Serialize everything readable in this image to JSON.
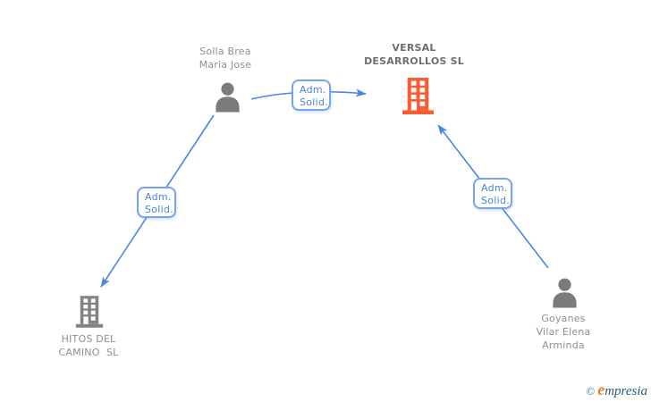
{
  "diagram": {
    "type": "corporate-relationship-graph",
    "colors": {
      "edge_blue": "#4a86e8",
      "edge_label_text": "#4a86d2",
      "edge_label_border": "#78a4ea",
      "node_gray": "#7b7b7b",
      "label_gray": "#8f8f8f",
      "highlight_orange": "#f95d31"
    },
    "nodes": [
      {
        "id": "solla",
        "type": "person",
        "label": "Solla Brea\nMaria Jose"
      },
      {
        "id": "versal",
        "type": "company",
        "label": "VERSAL\nDESARROLLOS SL",
        "highlighted": true
      },
      {
        "id": "hitos",
        "type": "company",
        "label": "HITOS DEL\nCAMINO  SL"
      },
      {
        "id": "goyanes",
        "type": "person",
        "label": "Goyanes\nVilar Elena\nArminda"
      }
    ],
    "edges": [
      {
        "from": "solla",
        "to": "versal",
        "label_line1": "Adm.",
        "label_line2": "Solid."
      },
      {
        "from": "solla",
        "to": "hitos",
        "label_line1": "Adm.",
        "label_line2": "Solid."
      },
      {
        "from": "goyanes",
        "to": "versal",
        "label_line1": "Adm.",
        "label_line2": "Solid."
      }
    ],
    "watermark": {
      "copyright": "©",
      "brand_first_letter": "e",
      "brand_rest": "mpresia"
    }
  }
}
